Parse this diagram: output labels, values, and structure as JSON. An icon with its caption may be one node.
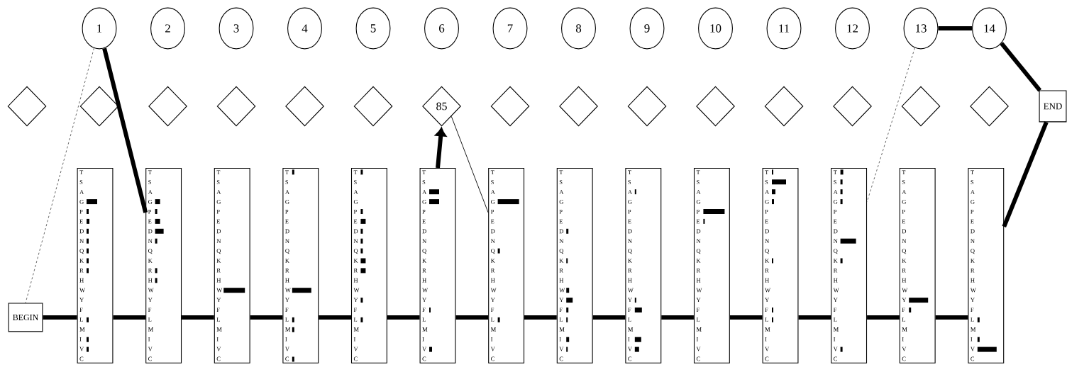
{
  "diagram": {
    "nodes": [
      {
        "text": [
          "1"
        ]
      },
      {
        "text": [
          "2"
        ]
      },
      {
        "text": [
          "3"
        ]
      },
      {
        "text": [
          "4"
        ]
      },
      {
        "text": [
          "5"
        ]
      },
      {
        "text": [
          "6"
        ]
      },
      {
        "text": [
          "7"
        ]
      },
      {
        "text": [
          "8"
        ]
      },
      {
        "text": [
          "9"
        ]
      },
      {
        "text": [
          "10"
        ]
      },
      {
        "text": [
          "11"
        ]
      },
      {
        "text": [
          "12"
        ]
      },
      {
        "text": [
          "13"
        ]
      },
      {
        "text": [
          "14"
        ]
      },
      {
        "text": [],
        "shape": "diamond"
      },
      {
        "text": [],
        "shape": "diamond"
      },
      {
        "text": [],
        "shape": "diamond"
      },
      {
        "text": [],
        "shape": "diamond"
      },
      {
        "text": [],
        "shape": "diamond"
      },
      {
        "text": [],
        "shape": "diamond"
      },
      {
        "text": [
          "85"
        ]
      },
      {
        "text": [],
        "shape": "diamond"
      },
      {
        "text": [],
        "shape": "diamond"
      },
      {
        "text": [],
        "shape": "diamond"
      },
      {
        "text": [],
        "shape": "diamond"
      },
      {
        "text": [],
        "shape": "diamond"
      },
      {
        "text": [],
        "shape": "diamond"
      },
      {
        "text": [],
        "shape": "diamond"
      },
      {
        "text": [],
        "shape": "diamond"
      },
      {
        "text": [
          "BEGIN"
        ]
      },
      {
        "text": [
          "END"
        ]
      },
      {
        "text": [
          "T S A G P E D N Q K R H W Y F L M I V C"
        ]
      },
      {
        "text": [
          "T S A G P E D N Q K R H W Y F L M I V C"
        ]
      },
      {
        "text": [
          "T S A G P E D N Q K R H W Y F L M I V C"
        ]
      },
      {
        "text": [
          "T S A G P E D N Q K R H W Y F L M I V C"
        ]
      },
      {
        "text": [
          "T S A G P E D N Q K R H W Y F L M I V C"
        ]
      },
      {
        "text": [
          "T S A G P E D N Q K R H W Y F L M I V C"
        ]
      },
      {
        "text": [
          "T S A G P E D N Q K R H W Y F L M I V C"
        ]
      },
      {
        "text": [
          "T S A G P E D N Q K R H W Y F L M I V C"
        ]
      },
      {
        "text": [
          "T S A G P E D N Q K R H W Y F L M I V C"
        ]
      },
      {
        "text": [
          "T S A G P E D N Q K R H W Y F L M I V C"
        ]
      },
      {
        "text": [
          "T S A G P E D N Q K R H W Y F L M I V C"
        ]
      },
      {
        "text": [
          "T S A G P E D N Q K R H W Y F L M I V C"
        ]
      },
      {
        "text": [
          "T S A G P E D N Q K R H W Y F L M I V C"
        ]
      },
      {
        "text": [
          "T S A G P E D N Q K R H W Y F L M I V C"
        ]
      }
    ],
    "edges": [
      {
        "from": 29,
        "to": 31,
        "arrow": "none"
      },
      {
        "from": 31,
        "to": 32,
        "arrow": "none"
      },
      {
        "from": 32,
        "to": 33,
        "arrow": "none"
      },
      {
        "from": 33,
        "to": 34,
        "arrow": "none"
      },
      {
        "from": 34,
        "to": 35,
        "arrow": "none"
      },
      {
        "from": 35,
        "to": 36,
        "arrow": "none"
      },
      {
        "from": 36,
        "to": 37,
        "arrow": "none"
      },
      {
        "from": 37,
        "to": 38,
        "arrow": "none"
      },
      {
        "from": 38,
        "to": 39,
        "arrow": "none"
      },
      {
        "from": 39,
        "to": 40,
        "arrow": "none"
      },
      {
        "from": 40,
        "to": 41,
        "arrow": "none"
      },
      {
        "from": 41,
        "to": 42,
        "arrow": "none"
      },
      {
        "from": 42,
        "to": 43,
        "arrow": "none"
      },
      {
        "from": 43,
        "to": 44,
        "arrow": "none"
      },
      {
        "from": 44,
        "to": 30,
        "arrow": "none"
      },
      {
        "from": 13,
        "to": 30,
        "arrow": "none"
      },
      {
        "from": 12,
        "to": 13,
        "arrow": "none"
      },
      {
        "from": 0,
        "to": 32,
        "arrow": "none"
      },
      {
        "from": 0,
        "to": 29,
        "arrow": "none",
        "style": "dashed"
      },
      {
        "from": 36,
        "to": 20,
        "arrow": "to"
      },
      {
        "from": 20,
        "to": 37,
        "arrow": "none"
      },
      {
        "from": 12,
        "to": 42,
        "arrow": "none",
        "style": "dashed"
      }
    ]
  }
}
